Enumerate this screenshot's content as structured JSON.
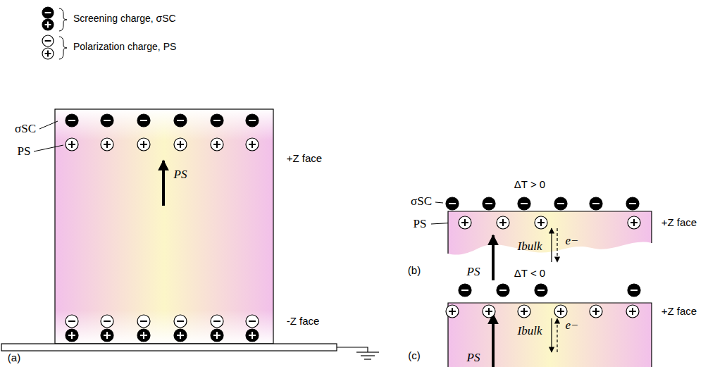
{
  "diagram": {
    "labels": [
      "σSC",
      "PS",
      "PS",
      "+Z face",
      "-Z face",
      "(a)",
      "ΔT > 0",
      "σSC",
      "PS",
      "+Z face",
      "Ibulk",
      "e−",
      "PS",
      "(b)",
      "ΔT < 0",
      "+Z face",
      "Ibulk",
      "e−",
      "PS",
      "(c)"
    ],
    "legend": [
      {
        "text": "Screening charge, σSC"
      },
      {
        "text": "Polarization charge, PS"
      }
    ]
  }
}
